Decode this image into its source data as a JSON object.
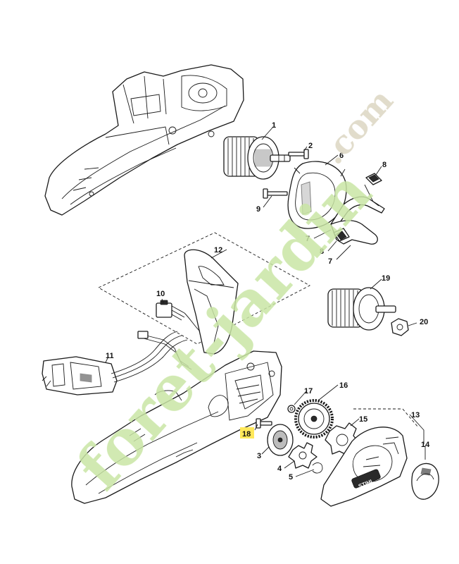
{
  "watermark": {
    "main_text": "foret-jardin",
    "suffix_text": ".com",
    "main_color": "#c9e6a4",
    "suffix_color": "#dcd6c2"
  },
  "highlight": {
    "part": "18",
    "fill": "#ffe85a"
  },
  "callouts": [
    {
      "id": "p1",
      "label": "1"
    },
    {
      "id": "p2",
      "label": "2"
    },
    {
      "id": "p3",
      "label": "3"
    },
    {
      "id": "p4",
      "label": "4"
    },
    {
      "id": "p5",
      "label": "5"
    },
    {
      "id": "p6",
      "label": "6"
    },
    {
      "id": "p7a",
      "label": "7"
    },
    {
      "id": "p7b",
      "label": "7"
    },
    {
      "id": "p8a",
      "label": "8"
    },
    {
      "id": "p8b",
      "label": "8"
    },
    {
      "id": "p9",
      "label": "9"
    },
    {
      "id": "p10",
      "label": "10"
    },
    {
      "id": "p11",
      "label": "11"
    },
    {
      "id": "p12",
      "label": "12"
    },
    {
      "id": "p13",
      "label": "13"
    },
    {
      "id": "p14",
      "label": "14"
    },
    {
      "id": "p15",
      "label": "15"
    },
    {
      "id": "p16",
      "label": "16"
    },
    {
      "id": "p17",
      "label": "17"
    },
    {
      "id": "p18",
      "label": "18"
    },
    {
      "id": "p19",
      "label": "19"
    },
    {
      "id": "p20",
      "label": "20"
    }
  ],
  "brand_mark": "STIHL",
  "icons": [
    "screw-icon",
    "carbon-brush-icon",
    "spring-clip-icon",
    "switch-icon"
  ]
}
